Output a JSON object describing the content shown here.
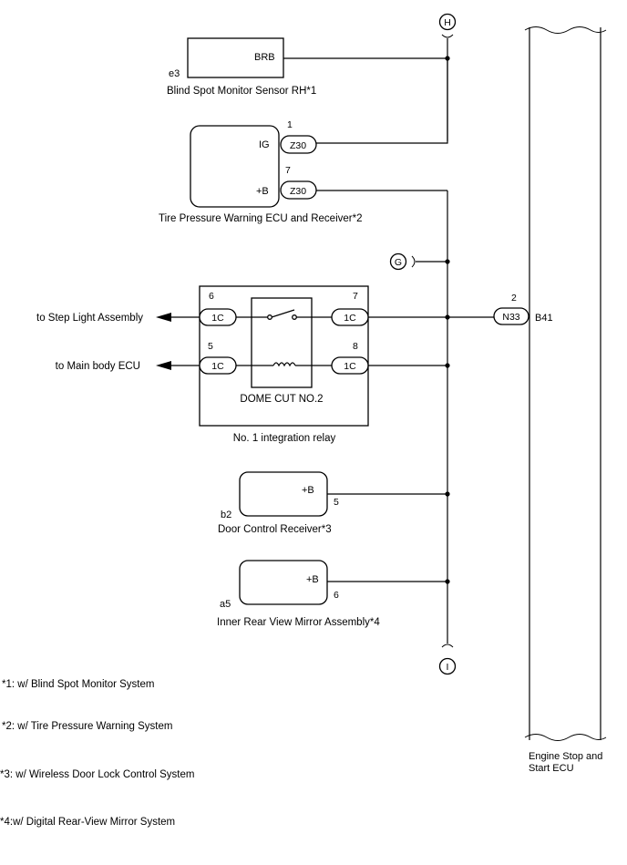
{
  "connectors": {
    "H": "H",
    "G": "G",
    "I": "I"
  },
  "blind_spot_sensor": {
    "code": "e3",
    "terminal": "BRB",
    "name": "Blind Spot Monitor Sensor RH*1"
  },
  "tpms_ecu": {
    "name": "Tire Pressure Warning ECU and Receiver*2",
    "terminals": [
      {
        "label": "IG",
        "pin": "1",
        "connector": "Z30"
      },
      {
        "label": "+B",
        "pin": "7",
        "connector": "Z30"
      }
    ]
  },
  "integration_relay": {
    "name": "No. 1 integration relay",
    "inner_label": "DOME CUT NO.2",
    "pins": [
      {
        "pin": "6",
        "connector": "1C"
      },
      {
        "pin": "7",
        "connector": "1C"
      },
      {
        "pin": "5",
        "connector": "1C"
      },
      {
        "pin": "8",
        "connector": "1C"
      }
    ],
    "outputs": [
      "to Step Light Assembly",
      "to Main body ECU"
    ]
  },
  "engine_ecu": {
    "code": "B41",
    "pin": "2",
    "connector": "N33",
    "name_line1": "Engine Stop and",
    "name_line2": "Start ECU"
  },
  "door_receiver": {
    "code": "b2",
    "terminal": "+B",
    "pin": "5",
    "name": "Door Control Receiver*3"
  },
  "mirror": {
    "code": "a5",
    "terminal": "+B",
    "pin": "6",
    "name": "Inner Rear View Mirror Assembly*4"
  },
  "footnotes": [
    "*1: w/ Blind Spot Monitor System",
    "*2: w/ Tire Pressure Warning System",
    "*3: w/ Wireless Door Lock Control System",
    "*4:w/ Digital Rear-View Mirror System"
  ]
}
